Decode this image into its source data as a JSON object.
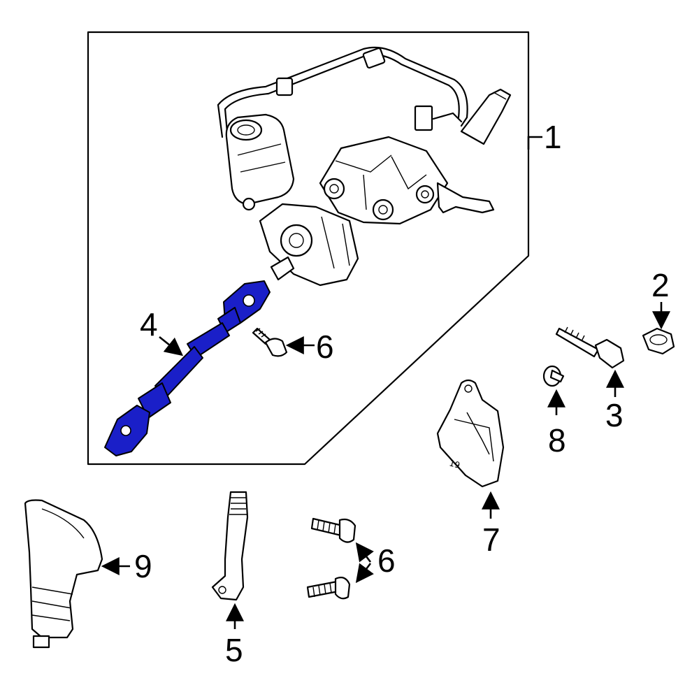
{
  "diagram": {
    "highlight_color": "#1a1fc8",
    "highlighted_part": "4",
    "callouts": {
      "c1": "1",
      "c2": "2",
      "c3": "3",
      "c4": "4",
      "c5": "5",
      "c6a": "6",
      "c6b": "6",
      "c7": "7",
      "c8": "8",
      "c9": "9"
    },
    "handwritten_mark": "19"
  }
}
